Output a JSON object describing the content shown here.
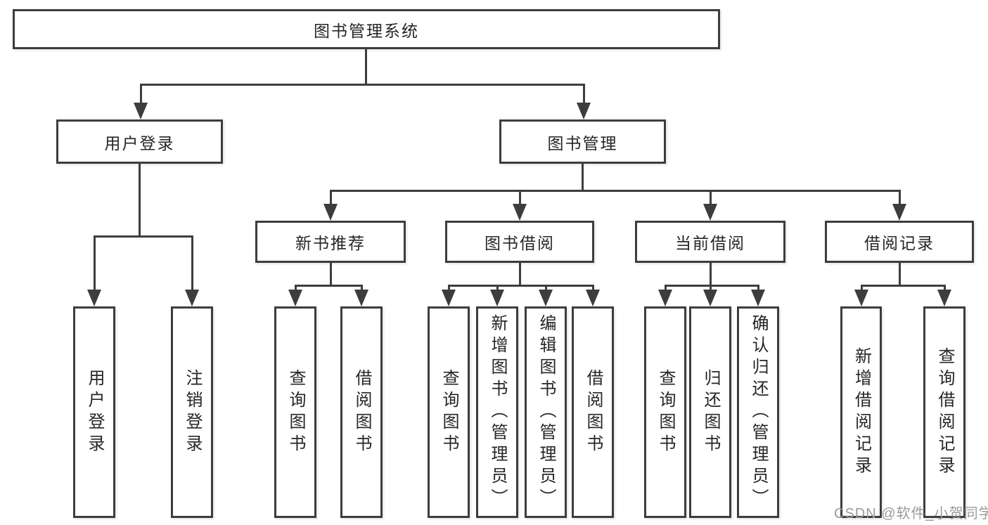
{
  "nodes": {
    "root": "图书管理系统",
    "user_login": "用户登录",
    "book_mgmt": "图书管理",
    "leaf_user_login": "用户登录",
    "leaf_logout": "注销登录",
    "new_book_rec": "新书推荐",
    "book_borrow": "图书借阅",
    "current_borrow": "当前借阅",
    "borrow_records": "借阅记录",
    "nbr_query_books": "查询图书",
    "nbr_borrow_books": "借阅图书",
    "bb_query_books": "查询图书",
    "bb_add_books": "新增图书（管理员）",
    "bb_edit_books": "编辑图书（管理员）",
    "bb_borrow_books": "借阅图书",
    "cb_query_books": "查询图书",
    "cb_return_books": "归还图书",
    "cb_confirm_return": "确认归还（管理员）",
    "br_add_record": "新增借阅记录",
    "br_query_record": "查询借阅记录"
  },
  "watermark": "CSDN @软件_小贺同学",
  "colors": {
    "line": "#3d3d3d",
    "text": "#262626",
    "watermark": "#9a9a9a",
    "background": "#ffffff"
  }
}
